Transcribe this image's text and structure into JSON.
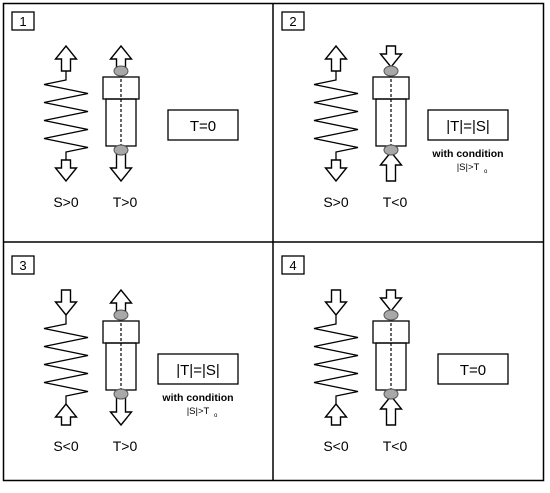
{
  "panels": [
    {
      "number": "1",
      "spring": {
        "top": "out",
        "bottom": "out"
      },
      "damper": {
        "top": "out",
        "bottom": "out"
      },
      "spring_label": "S>0",
      "damper_label": "T>0",
      "result": "T=0",
      "condition_label": "",
      "condition_formula": ""
    },
    {
      "number": "2",
      "spring": {
        "top": "out",
        "bottom": "out"
      },
      "damper": {
        "top": "in",
        "bottom": "in"
      },
      "spring_label": "S>0",
      "damper_label": "T<0",
      "result": "|T|=|S|",
      "condition_label": "with condition",
      "condition_formula": "|S|>T"
    },
    {
      "number": "3",
      "spring": {
        "top": "in",
        "bottom": "in"
      },
      "damper": {
        "top": "out",
        "bottom": "out"
      },
      "spring_label": "S<0",
      "damper_label": "T>0",
      "result": "|T|=|S|",
      "condition_label": "with condition",
      "condition_formula": "|S|>T"
    },
    {
      "number": "4",
      "spring": {
        "top": "in",
        "bottom": "in"
      },
      "damper": {
        "top": "in",
        "bottom": "in"
      },
      "spring_label": "S<0",
      "damper_label": "T<0",
      "result": "T=0",
      "condition_label": "",
      "condition_formula": ""
    }
  ]
}
